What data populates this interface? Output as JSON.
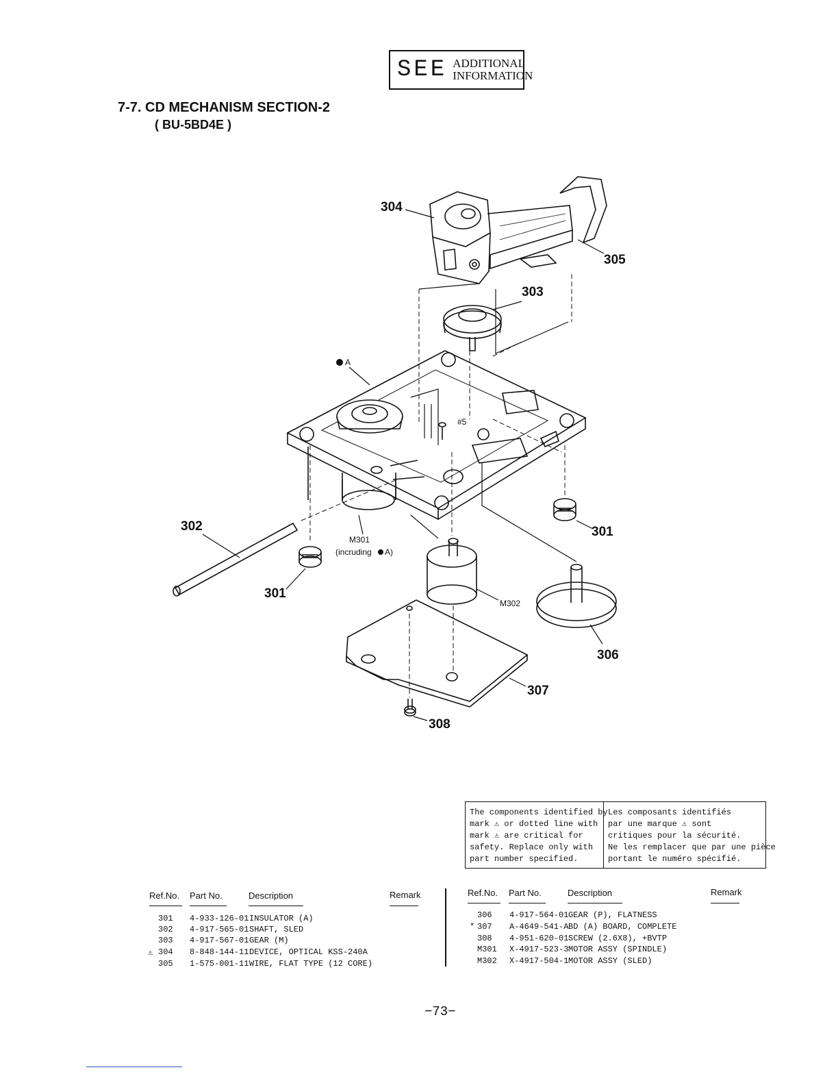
{
  "see_box": {
    "big": "SEE",
    "line1": "ADDITIONAL",
    "line2": "INFORMATION"
  },
  "title": "7-7. CD MECHANISM SECTION-2",
  "subtitle": "( BU-5BD4E )",
  "diagram": {
    "callouts": {
      "c304": "304",
      "c305": "305",
      "c303": "303",
      "cA": "A",
      "c5": "#5",
      "c302": "302",
      "c301a": "301",
      "c301b": "301",
      "cM301": "M301",
      "cM301b": "(incruding",
      "cM301c": "A)",
      "cM302": "M302",
      "c306": "306",
      "c307": "307",
      "c308": "308"
    }
  },
  "notice": {
    "en": [
      "The components identified by",
      "mark ⚠ or dotted line with",
      "mark ⚠ are critical for",
      "safety. Replace only with",
      "part number specified."
    ],
    "fr": [
      "Les composants identifiés",
      "par une marque ⚠ sont",
      "critiques pour la sécurité.",
      "Ne les remplacer que par une pièce",
      "portant le numéro spécifié."
    ]
  },
  "table": {
    "headers": {
      "ref": "Ref.No.",
      "part": "Part No.",
      "desc": "Description",
      "remark": "Remark"
    },
    "left": [
      {
        "mark": "",
        "ref": "301",
        "part": "4-933-126-01",
        "desc": "INSULATOR (A)"
      },
      {
        "mark": "",
        "ref": "302",
        "part": "4-917-565-01",
        "desc": "SHAFT, SLED"
      },
      {
        "mark": "",
        "ref": "303",
        "part": "4-917-567-01",
        "desc": "GEAR (M)"
      },
      {
        "mark": "⚠",
        "ref": "304",
        "part": "8-848-144-11",
        "desc": "DEVICE, OPTICAL KSS-240A"
      },
      {
        "mark": "",
        "ref": "305",
        "part": "1-575-001-11",
        "desc": "WIRE, FLAT TYPE (12 CORE)"
      }
    ],
    "right": [
      {
        "mark": "",
        "ref": "306",
        "part": "4-917-564-01",
        "desc": "GEAR (P), FLATNESS"
      },
      {
        "mark": "*",
        "ref": "307",
        "part": "A-4649-541-A",
        "desc": "BD (A) BOARD, COMPLETE"
      },
      {
        "mark": "",
        "ref": "308",
        "part": "4-951-620-01",
        "desc": "SCREW (2.6X8), +BVTP"
      },
      {
        "mark": "",
        "ref": "M301",
        "part": "X-4917-523-3",
        "desc": "MOTOR ASSY (SPINDLE)"
      },
      {
        "mark": "",
        "ref": "M302",
        "part": "X-4917-504-1",
        "desc": "MOTOR ASSY (SLED)"
      }
    ]
  },
  "page_number": "−73−"
}
